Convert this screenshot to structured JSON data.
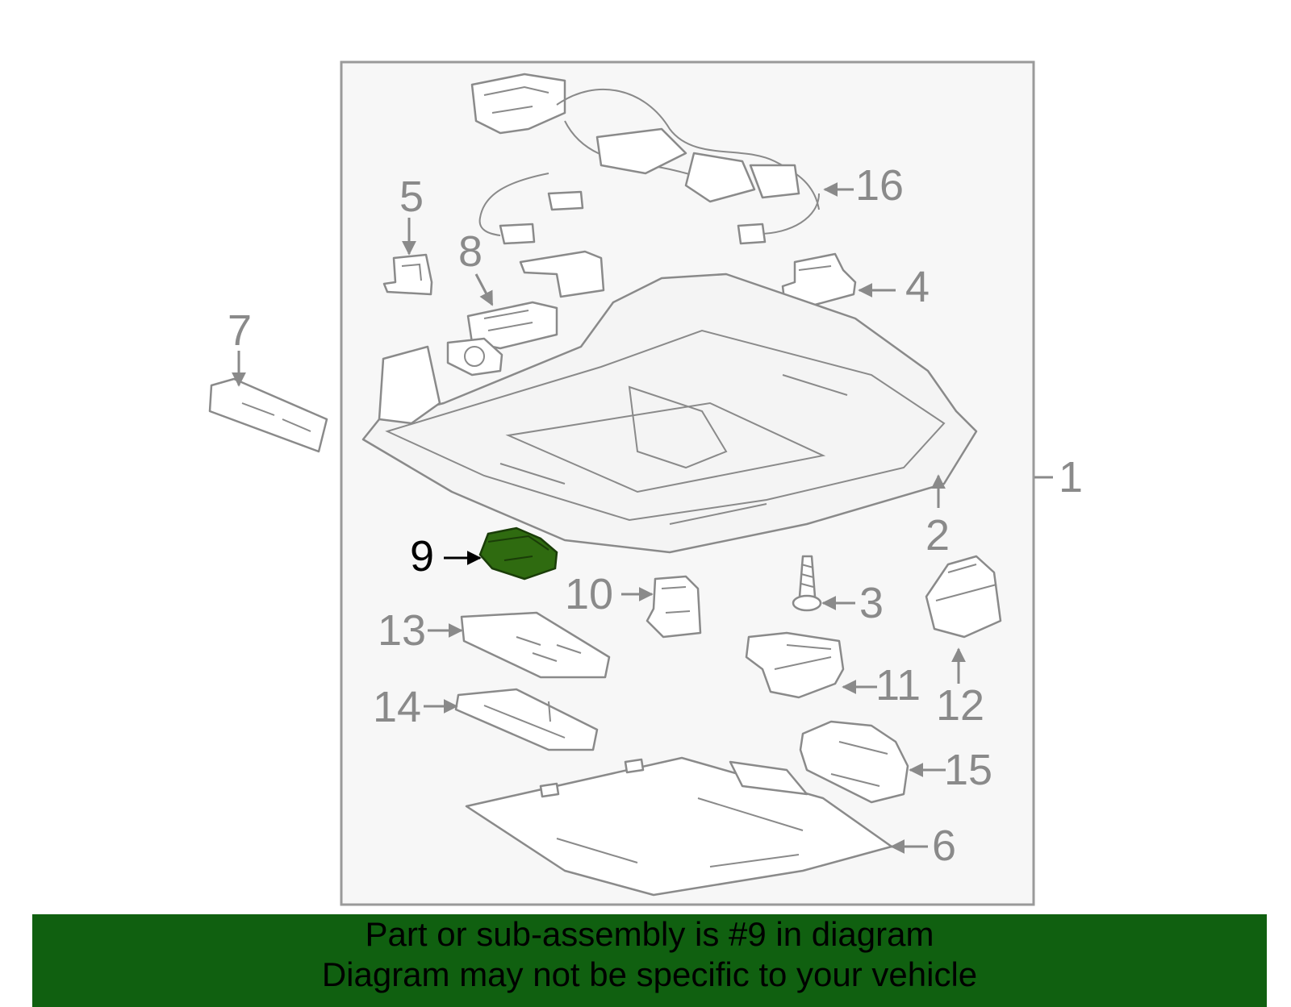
{
  "diagram": {
    "highlighted_part": "9",
    "callouts": [
      {
        "id": "1",
        "label": "1"
      },
      {
        "id": "2",
        "label": "2"
      },
      {
        "id": "3",
        "label": "3"
      },
      {
        "id": "4",
        "label": "4"
      },
      {
        "id": "5",
        "label": "5"
      },
      {
        "id": "6",
        "label": "6"
      },
      {
        "id": "7",
        "label": "7"
      },
      {
        "id": "8",
        "label": "8"
      },
      {
        "id": "9",
        "label": "9"
      },
      {
        "id": "10",
        "label": "10"
      },
      {
        "id": "11",
        "label": "11"
      },
      {
        "id": "12",
        "label": "12"
      },
      {
        "id": "13",
        "label": "13"
      },
      {
        "id": "14",
        "label": "14"
      },
      {
        "id": "15",
        "label": "15"
      },
      {
        "id": "16",
        "label": "16"
      }
    ],
    "colors": {
      "highlight": "#2f6b10",
      "line": "#8a8a8a",
      "banner": "#106010",
      "frame_bg": "#f7f7f7"
    }
  },
  "banner": {
    "line1": "Part or sub-assembly is #9 in diagram",
    "line2": "Diagram may not be specific to your vehicle"
  }
}
